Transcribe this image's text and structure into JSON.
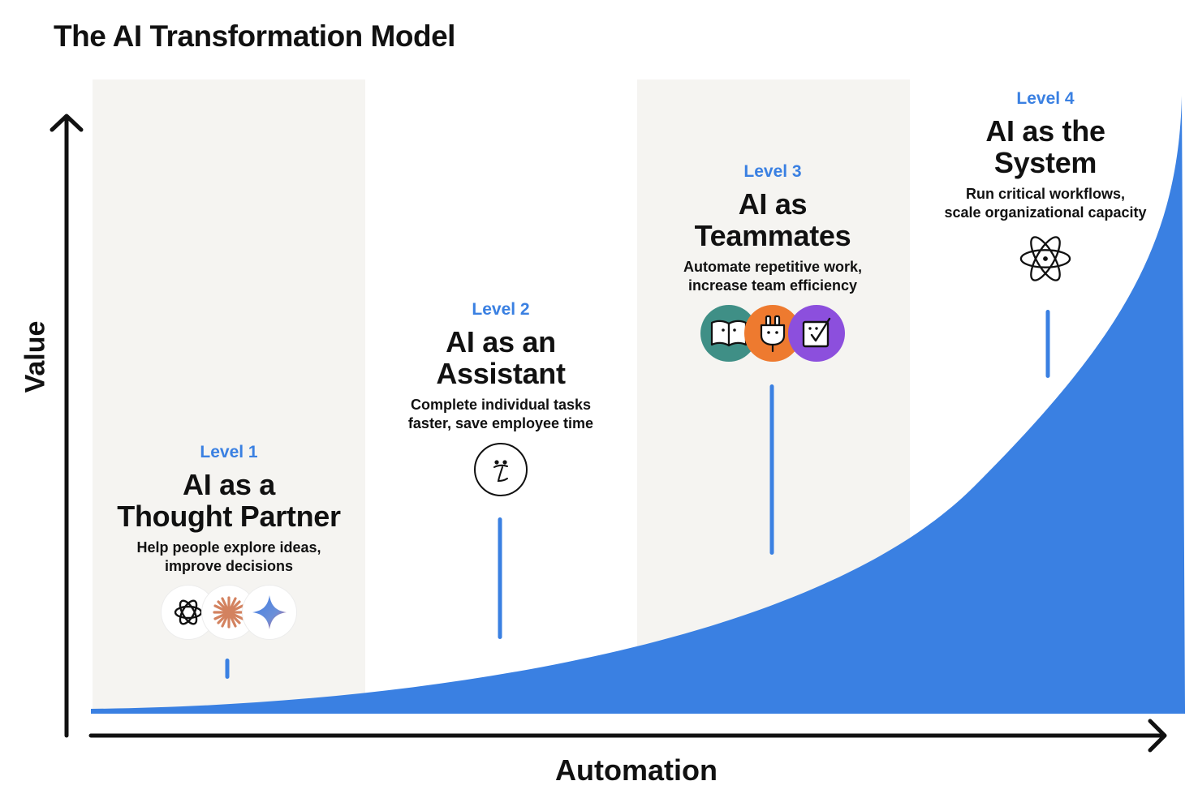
{
  "title": "The AI Transformation Model",
  "axes": {
    "y_label": "Value",
    "x_label": "Automation"
  },
  "colors": {
    "curve_fill": "#3a80e2",
    "level_label": "#3a80e2",
    "panel_bg": "#f5f4f1",
    "axis": "#111111"
  },
  "levels": [
    {
      "level": "Level 1",
      "title_line1": "AI as a",
      "title_line2": "Thought Partner",
      "desc_line1": "Help people explore ideas,",
      "desc_line2": "improve decisions",
      "icons": [
        "openai-icon",
        "sunburst-icon",
        "sparkle-star-icon"
      ]
    },
    {
      "level": "Level 2",
      "title_line1": "AI as an",
      "title_line2": "Assistant",
      "desc_line1": "Complete individual tasks",
      "desc_line2": "faster, save employee time",
      "icons": [
        "assistant-face-icon"
      ]
    },
    {
      "level": "Level 3",
      "title_line1": "AI as",
      "title_line2": "Teammates",
      "desc_line1": "Automate repetitive work,",
      "desc_line2": "increase team efficiency",
      "icons": [
        "book-face-icon",
        "plug-face-icon",
        "checkbox-face-icon"
      ]
    },
    {
      "level": "Level 4",
      "title_line1": "AI as the",
      "title_line2": "System",
      "desc_line1": "Run critical workflows,",
      "desc_line2": "scale organizational capacity",
      "icons": [
        "atom-icon"
      ]
    }
  ]
}
